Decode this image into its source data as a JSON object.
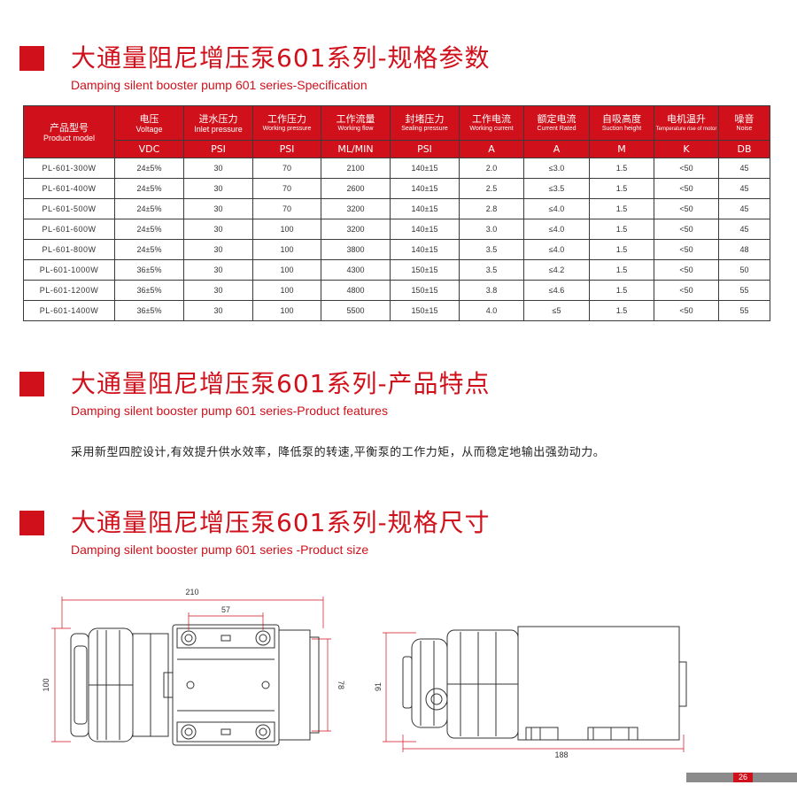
{
  "section1": {
    "title_zh": "大通量阻尼增压泵601系列-规格参数",
    "title_en": "Damping silent booster pump 601 series-Specification"
  },
  "table": {
    "headers": [
      {
        "zh": "产品型号",
        "en": "Product model"
      },
      {
        "zh": "电压",
        "en": "Voltage"
      },
      {
        "zh": "进水压力",
        "en": "Inlet pressure"
      },
      {
        "zh": "工作压力",
        "en": "Working pressure"
      },
      {
        "zh": "工作流量",
        "en": "Working flow"
      },
      {
        "zh": "封堵压力",
        "en": "Sealing pressure"
      },
      {
        "zh": "工作电流",
        "en": "Working current"
      },
      {
        "zh": "额定电流",
        "en": "Current Rated"
      },
      {
        "zh": "自吸高度",
        "en": "Suction height"
      },
      {
        "zh": "电机温升",
        "en": "Temperature rise of motor"
      },
      {
        "zh": "噪音",
        "en": "Noise"
      }
    ],
    "units": [
      "VDC",
      "PSI",
      "PSI",
      "ML/MIN",
      "PSI",
      "A",
      "A",
      "M",
      "K",
      "DB"
    ],
    "rows": [
      [
        "PL-601-300W",
        "24±5%",
        "30",
        "70",
        "2100",
        "140±15",
        "2.0",
        "≤3.0",
        "1.5",
        "<50",
        "45"
      ],
      [
        "PL-601-400W",
        "24±5%",
        "30",
        "70",
        "2600",
        "140±15",
        "2.5",
        "≤3.5",
        "1.5",
        "<50",
        "45"
      ],
      [
        "PL-601-500W",
        "24±5%",
        "30",
        "70",
        "3200",
        "140±15",
        "2.8",
        "≤4.0",
        "1.5",
        "<50",
        "45"
      ],
      [
        "PL-601-600W",
        "24±5%",
        "30",
        "100",
        "3200",
        "140±15",
        "3.0",
        "≤4.0",
        "1.5",
        "<50",
        "45"
      ],
      [
        "PL-601-800W",
        "24±5%",
        "30",
        "100",
        "3800",
        "140±15",
        "3.5",
        "≤4.0",
        "1.5",
        "<50",
        "48"
      ],
      [
        "PL-601-1000W",
        "36±5%",
        "30",
        "100",
        "4300",
        "150±15",
        "3.5",
        "≤4.2",
        "1.5",
        "<50",
        "50"
      ],
      [
        "PL-601-1200W",
        "36±5%",
        "30",
        "100",
        "4800",
        "150±15",
        "3.8",
        "≤4.6",
        "1.5",
        "<50",
        "55"
      ],
      [
        "PL-601-1400W",
        "36±5%",
        "30",
        "100",
        "5500",
        "150±15",
        "4.0",
        "≤5",
        "1.5",
        "<50",
        "55"
      ]
    ]
  },
  "section2": {
    "title_zh": "大通量阻尼增压泵601系列-产品特点",
    "title_en": "Damping silent booster pump 601 series-Product features",
    "text": "采用新型四腔设计,有效提升供水效率，降低泵的转速,平衡泵的工作力矩，从而稳定地输出强劲动力。"
  },
  "section3": {
    "title_zh": "大通量阻尼增压泵601系列-规格尺寸",
    "title_en": "Damping silent booster pump 601 series -Product size"
  },
  "dimensions": {
    "overall_length": "210",
    "port_spacing": "57",
    "height_left": "100",
    "height_right": "78",
    "side_height": "91",
    "side_length": "188"
  },
  "colors": {
    "accent": "#d0111b",
    "page_bar": "#8b8b8b"
  },
  "page_number": "26"
}
